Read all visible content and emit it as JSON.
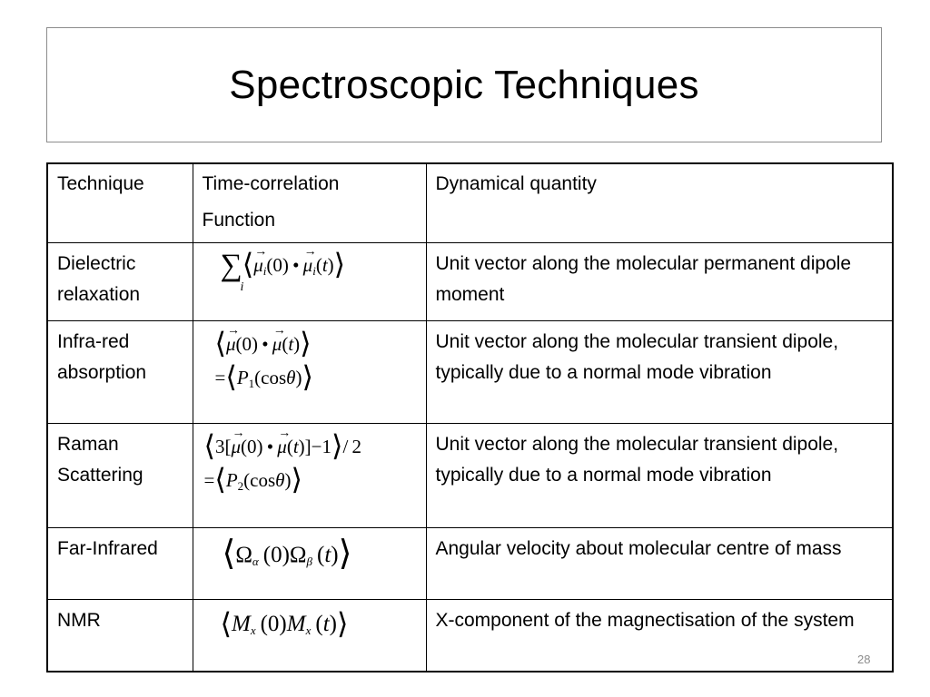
{
  "slide": {
    "title": "Spectroscopic Techniques",
    "page_number": "28"
  },
  "table": {
    "headers": {
      "technique": "Technique",
      "function_line1": "Time-correlation",
      "function_line2": "Function",
      "quantity": "Dynamical quantity"
    },
    "rows": [
      {
        "technique_line1": "Dielectric",
        "technique_line2": "relaxation",
        "function": "∑ᵢ ⟨μ⃗ᵢ(0) • μ⃗ᵢ(t)⟩",
        "quantity": "Unit vector along the molecular permanent dipole moment"
      },
      {
        "technique_line1": "Infra-red",
        "technique_line2": "absorption",
        "function": "⟨μ⃗(0) • μ⃗(t)⟩ = ⟨P₁(cosθ)⟩",
        "quantity": "Unit vector along the molecular transient dipole, typically due to a normal mode vibration"
      },
      {
        "technique_line1": "Raman",
        "technique_line2": "Scattering",
        "function": "⟨3[μ⃗(0) • μ⃗(t)] − 1⟩ / 2 = ⟨P₂(cosθ)⟩",
        "quantity": "Unit vector along the molecular transient dipole, typically due to a normal mode vibration"
      },
      {
        "technique_line1": "Far-Infrared",
        "technique_line2": "",
        "function": "⟨Ωα(0)Ωβ(t)⟩",
        "quantity": "Angular velocity about molecular centre of mass"
      },
      {
        "technique_line1": "NMR",
        "technique_line2": "",
        "function": "⟨Mx(0)Mx(t)⟩",
        "quantity": "X-component of the magnectisation of the system"
      }
    ]
  }
}
